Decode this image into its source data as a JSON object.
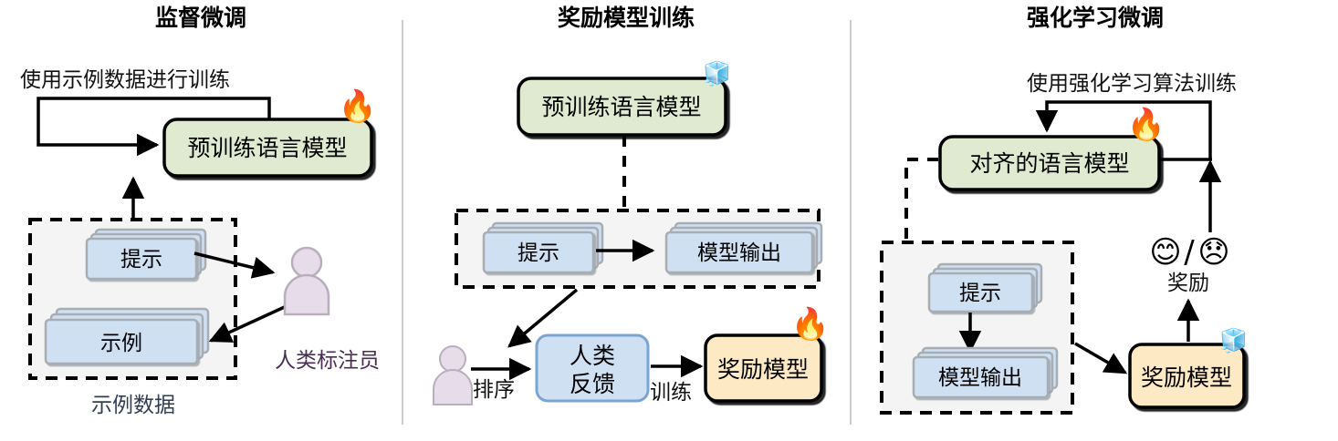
{
  "figure": {
    "type": "diagram",
    "colors": {
      "green_box_fill": "#dfead0",
      "green_box_stroke": "#000000",
      "blue_card_fill": "#cfe0f3",
      "blue_card_stroke": "#a8adb3",
      "blue_box_fill": "#cfe0f3",
      "blue_box_stroke": "#7aa5d2",
      "yellow_box_fill": "#fdeac4",
      "yellow_box_stroke": "#000000",
      "dashed_region_fill": "#f4f4f4",
      "dashed_region_stroke": "#000000",
      "human_icon_fill": "#e7dcea",
      "human_icon_stroke": "#b9aebd",
      "human_label_text": "#4a2c54",
      "data_label_text": "#2f3e55",
      "divider": "#cccccc"
    },
    "icons": {
      "fire": "🔥",
      "ice": "🧊",
      "smile": "😊",
      "frown": "😞",
      "human": "human-silhouette"
    }
  },
  "panels": [
    {
      "id": "sft",
      "title": "监督微调",
      "annotations": [
        "使用示例数据进行训练"
      ],
      "boxes": [
        {
          "name": "pretrained-lm",
          "label": "预训练语言模型",
          "style": "green",
          "badge": "fire"
        }
      ],
      "cards": [
        {
          "name": "prompts",
          "label": "提示"
        },
        {
          "name": "demonstrations",
          "label": "示例"
        }
      ],
      "region_label": "示例数据",
      "actor": {
        "name": "human-labeler",
        "label": "人类标注员"
      }
    },
    {
      "id": "rm",
      "title": "奖励模型训练",
      "annotations": [
        "排序",
        "训练"
      ],
      "boxes": [
        {
          "name": "pretrained-lm",
          "label": "预训练语言模型",
          "style": "green",
          "badge": "ice"
        },
        {
          "name": "human-feedback",
          "label1": "人类",
          "label2": "反馈",
          "style": "blue"
        },
        {
          "name": "reward-model",
          "label": "奖励模型",
          "style": "yellow",
          "badge": "fire"
        }
      ],
      "cards": [
        {
          "name": "prompts",
          "label": "提示"
        },
        {
          "name": "model-outputs",
          "label": "模型输出"
        }
      ],
      "actor": {
        "name": "human-annotator",
        "label": ""
      }
    },
    {
      "id": "rl",
      "title": "强化学习微调",
      "annotations": [
        "使用强化学习算法训练",
        "奖励"
      ],
      "boxes": [
        {
          "name": "aligned-lm",
          "label": "对齐的语言模型",
          "style": "green",
          "badge": "fire"
        },
        {
          "name": "reward-model",
          "label": "奖励模型",
          "style": "yellow",
          "badge": "ice"
        }
      ],
      "cards": [
        {
          "name": "prompts",
          "label": "提示"
        },
        {
          "name": "model-outputs",
          "label": "模型输出"
        }
      ],
      "reward_faces": {
        "positive": "😊",
        "separator": "/",
        "negative": "😞"
      }
    }
  ]
}
